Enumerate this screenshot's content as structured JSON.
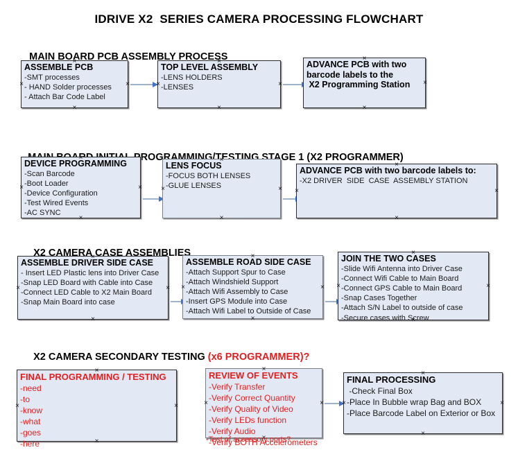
{
  "document": {
    "title": "IDRIVE X2  SERIES CAMERA PROCESSING FLOWCHART"
  },
  "colors": {
    "node_fill": "#e3e9f4",
    "node_border": "#2c2c2c",
    "accent_red": "#e02020",
    "arrow_line": "#9fb4cf",
    "arrow_head": "#4472c4",
    "text_black": "#000000"
  },
  "sections": [
    {
      "id": "main-board-pcb-assembly",
      "heading": "MAIN BOARD PCB ASSEMBLY PROCESS",
      "heading_accent": "",
      "nodes": [
        {
          "id": "assemble-pcb",
          "title": "ASSEMBLE PCB",
          "lines": [
            "-SMT processes",
            "- HAND Solder processes",
            "- Attach Bar Code Label"
          ]
        },
        {
          "id": "top-level-assembly",
          "title": "TOP LEVEL ASSEMBLY",
          "lines": [
            "-LENS HOLDERS",
            "-LENSES"
          ]
        },
        {
          "id": "advance-pcb-x2-programming-station",
          "title": "ADVANCE PCB with two",
          "lines": [
            "barcode labels to the",
            " X2 Programming Station"
          ]
        }
      ]
    },
    {
      "id": "main-board-initial-programming",
      "heading": "MAIN BOARD INITIAL PROGRAMMING/TESTING STAGE 1 (X2 PROGRAMMER)",
      "heading_accent": "",
      "nodes": [
        {
          "id": "device-programming",
          "title": "DEVICE PROGRAMMING",
          "lines": [
            "-Scan Barcode",
            "-Boot Loader",
            "-Device Configuration",
            "-Test Wired Events",
            "-AC SYNC"
          ]
        },
        {
          "id": "lens-focus",
          "title": "LENS FOCUS",
          "lines": [
            "-FOCUS BOTH LENSES",
            "-GLUE LENSES"
          ]
        },
        {
          "id": "advance-pcb-driver-side-case",
          "title": "ADVANCE PCB with two barcode labels to:",
          "lines": [
            "-X2 DRIVER  SIDE  CASE  ASSEMBLY STATION"
          ]
        }
      ]
    },
    {
      "id": "x2-camera-case-assemblies",
      "heading": "X2 CAMERA CASE ASSEMBLIES",
      "heading_accent": "",
      "nodes": [
        {
          "id": "assemble-driver-side-case",
          "title": "ASSEMBLE DRIVER SIDE CASE",
          "lines": [
            "- Insert LED Plastic lens into Driver Case",
            "-Snap LED Board with Cable into Case",
            "-Connect LED Cable to X2 Main Board",
            "-Snap Main Board into case"
          ]
        },
        {
          "id": "assemble-road-side-case",
          "title": "ASSEMBLE ROAD SIDE CASE",
          "lines": [
            "-Attach Support Spur to Case",
            "-Attach Windshield Support",
            "-Attach Wifi Assembly to Case",
            "-Insert GPS Module into Case",
            "-Attach Wifi Label to Outside of Case"
          ]
        },
        {
          "id": "join-the-two-cases",
          "title": "JOIN THE TWO CASES",
          "lines": [
            "-Slide Wifi Antenna into Driver Case",
            "-Connect Wifi Cable to Main Board",
            "-Connect GPS Cable to Main Board",
            "-Snap Cases Together",
            "-Attach S/N Label to outside of case",
            "-Secure cases with Screw"
          ]
        }
      ]
    },
    {
      "id": "x2-camera-secondary-testing",
      "heading": "X2 CAMERA SECONDARY TESTING ",
      "heading_accent": "(x6 PROGRAMMER)?",
      "nodes": [
        {
          "id": "final-programming-testing",
          "title": "FINAL PROGRAMMING / TESTING",
          "lines": [
            "-need",
            "-to",
            "-know",
            "-what",
            "-goes",
            "-here"
          ]
        },
        {
          "id": "review-of-events",
          "title": "REVIEW OF EVENTS",
          "lines": [
            "-Verify Transfer",
            "-Verify Correct Quantity",
            "-Verify Quality of Video",
            "-Verify LEDs function",
            "-Verify Audio",
            "-Verify BOTH Accelerometers"
          ],
          "overflow_line": "-Test of accessory ports?"
        },
        {
          "id": "final-processing",
          "title": "FINAL PROCESSING",
          "lines": [
            " -Check Final Box",
            "-Place In Bubble wrap Bag and BOX",
            "-Place Barcode Label on Exterior or Box"
          ]
        }
      ]
    }
  ]
}
